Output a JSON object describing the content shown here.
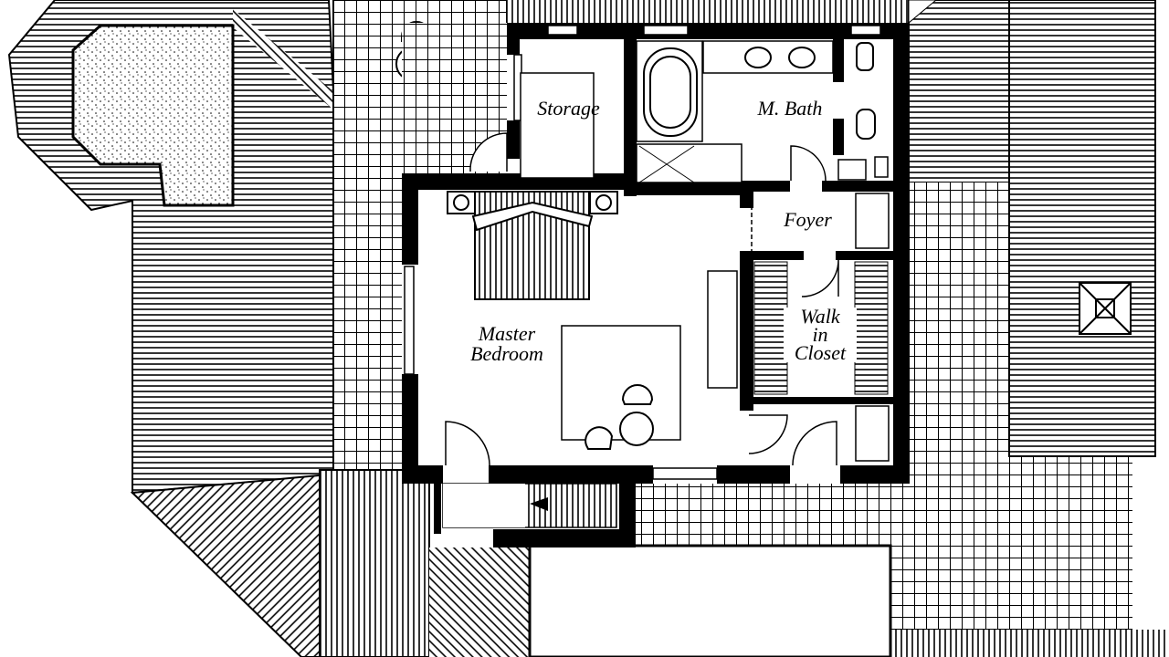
{
  "plan": {
    "rooms": {
      "storage": "Storage",
      "bath": "M. Bath",
      "foyer": "Foyer",
      "bedroom_line1": "Master",
      "bedroom_line2": "Bedroom",
      "closet_line1": "Walk",
      "closet_line2": "in",
      "closet_line3": "Closet"
    }
  },
  "colors": {
    "ink": "#000000",
    "paper": "#ffffff"
  }
}
